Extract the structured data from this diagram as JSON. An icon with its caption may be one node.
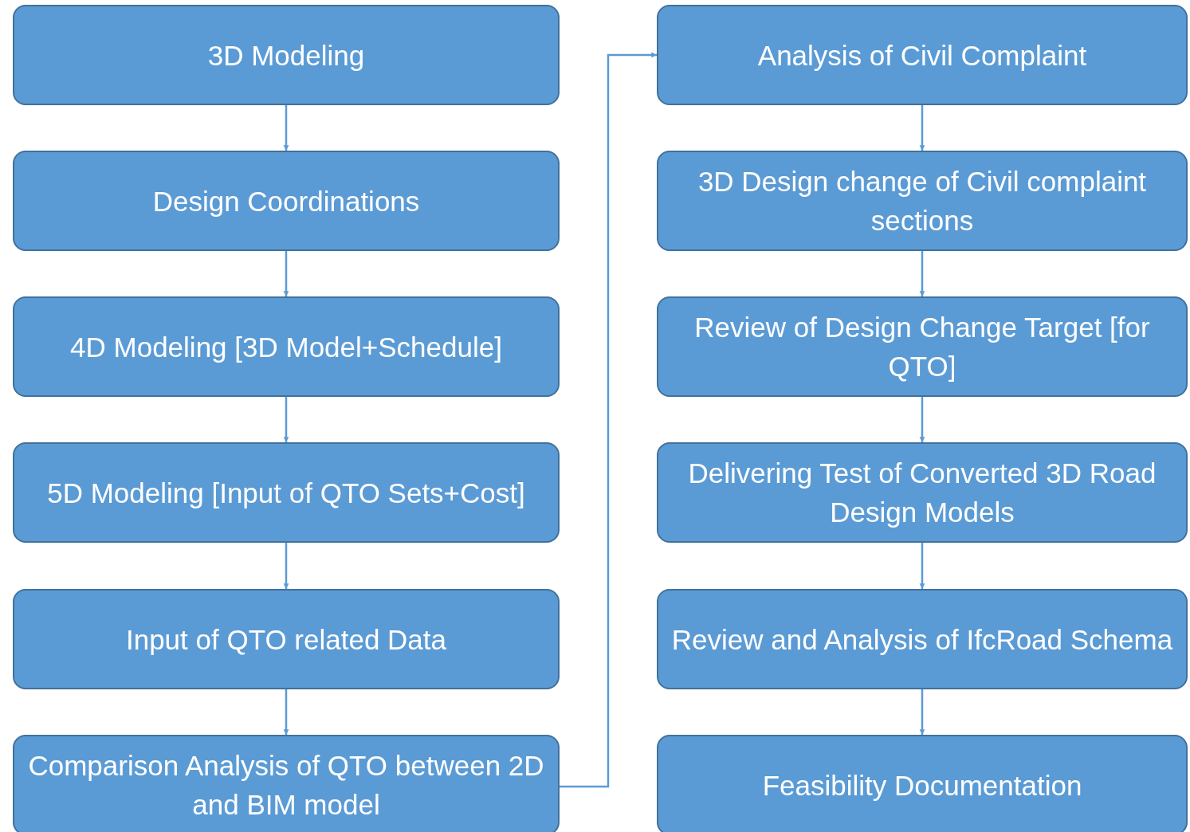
{
  "diagram": {
    "nodes": [
      {
        "text": [
          "3D Modeling"
        ]
      },
      {
        "text": [
          "Design Coordinations"
        ]
      },
      {
        "text": [
          "4D Modeling [3D Model+Schedule]"
        ]
      },
      {
        "text": [
          "5D Modeling [Input of QTO Sets+Cost]"
        ]
      },
      {
        "text": [
          "Input of QTO related Data"
        ]
      },
      {
        "text": [
          "Comparison Analysis of QTO between 2D and BIM model"
        ]
      },
      {
        "text": [
          "Analysis of Civil Complaint"
        ]
      },
      {
        "text": [
          "3D Design change of Civil complaint sections"
        ]
      },
      {
        "text": [
          "Review of Design Change Target [for QTO]"
        ]
      },
      {
        "text": [
          "Delivering Test of Converted 3D Road Design Models"
        ]
      },
      {
        "text": [
          "Review and Analysis of IfcRoad Schema"
        ]
      },
      {
        "text": [
          "Feasibility Documentation"
        ]
      }
    ],
    "edges": [
      {
        "from": 0,
        "to": 1,
        "arrow": "to"
      },
      {
        "from": 1,
        "to": 2,
        "arrow": "to"
      },
      {
        "from": 2,
        "to": 3,
        "arrow": "to"
      },
      {
        "from": 3,
        "to": 4,
        "arrow": "to"
      },
      {
        "from": 4,
        "to": 5,
        "arrow": "to"
      },
      {
        "from": 5,
        "to": 6,
        "arrow": "to"
      },
      {
        "from": 6,
        "to": 7,
        "arrow": "to"
      },
      {
        "from": 7,
        "to": 8,
        "arrow": "to"
      },
      {
        "from": 8,
        "to": 9,
        "arrow": "to"
      },
      {
        "from": 9,
        "to": 10,
        "arrow": "to"
      },
      {
        "from": 10,
        "to": 11,
        "arrow": "to"
      }
    ]
  }
}
